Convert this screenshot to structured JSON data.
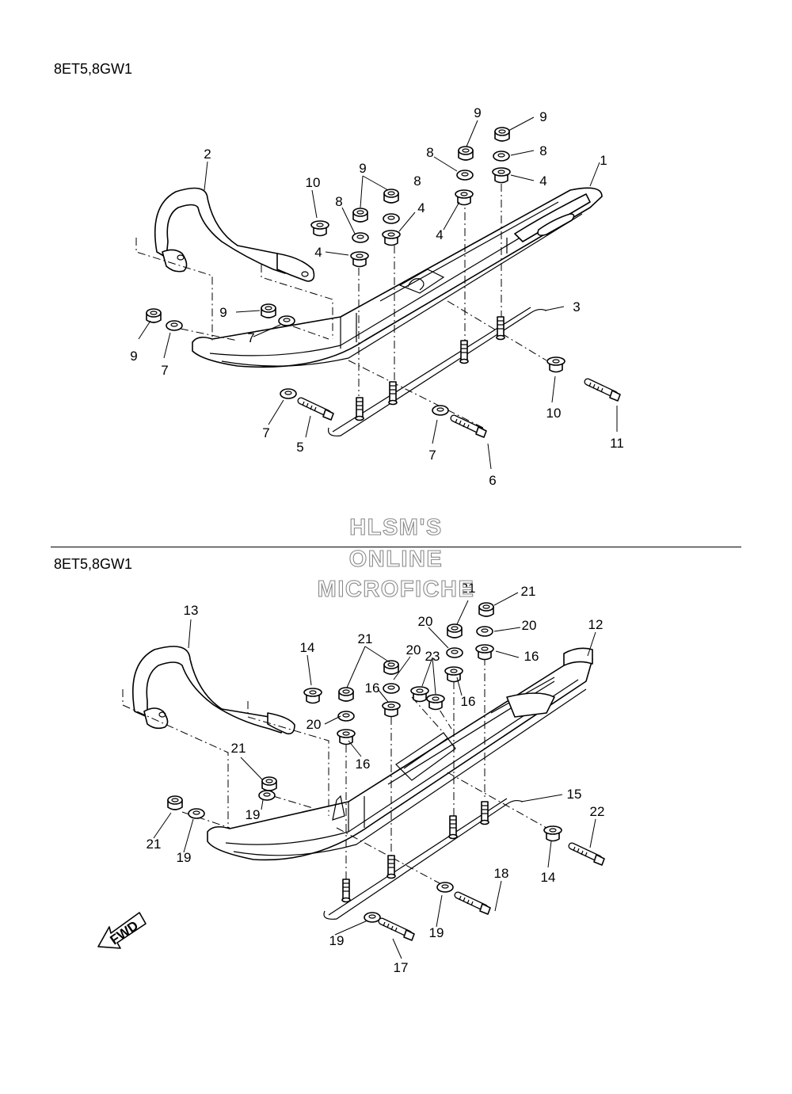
{
  "sections": [
    {
      "model": "8ET5,8GW1",
      "labels": [
        "1",
        "2",
        "3",
        "4",
        "4",
        "4",
        "4",
        "5",
        "6",
        "7",
        "7",
        "7",
        "7",
        "8",
        "8",
        "8",
        "8",
        "9",
        "9",
        "9",
        "9",
        "9",
        "9",
        "10",
        "10",
        "11"
      ]
    },
    {
      "model": "8ET5,8GW1",
      "labels": [
        "12",
        "13",
        "14",
        "14",
        "15",
        "16",
        "16",
        "16",
        "16",
        "17",
        "18",
        "19",
        "19",
        "19",
        "19",
        "20",
        "20",
        "20",
        "20",
        "21",
        "21",
        "21",
        "21",
        "21",
        "22",
        "23"
      ]
    }
  ],
  "watermark": {
    "line1": "HLSM'S",
    "line2": "ONLINE",
    "line3": "MICROFICHE"
  },
  "fwd_badge": "FWD"
}
